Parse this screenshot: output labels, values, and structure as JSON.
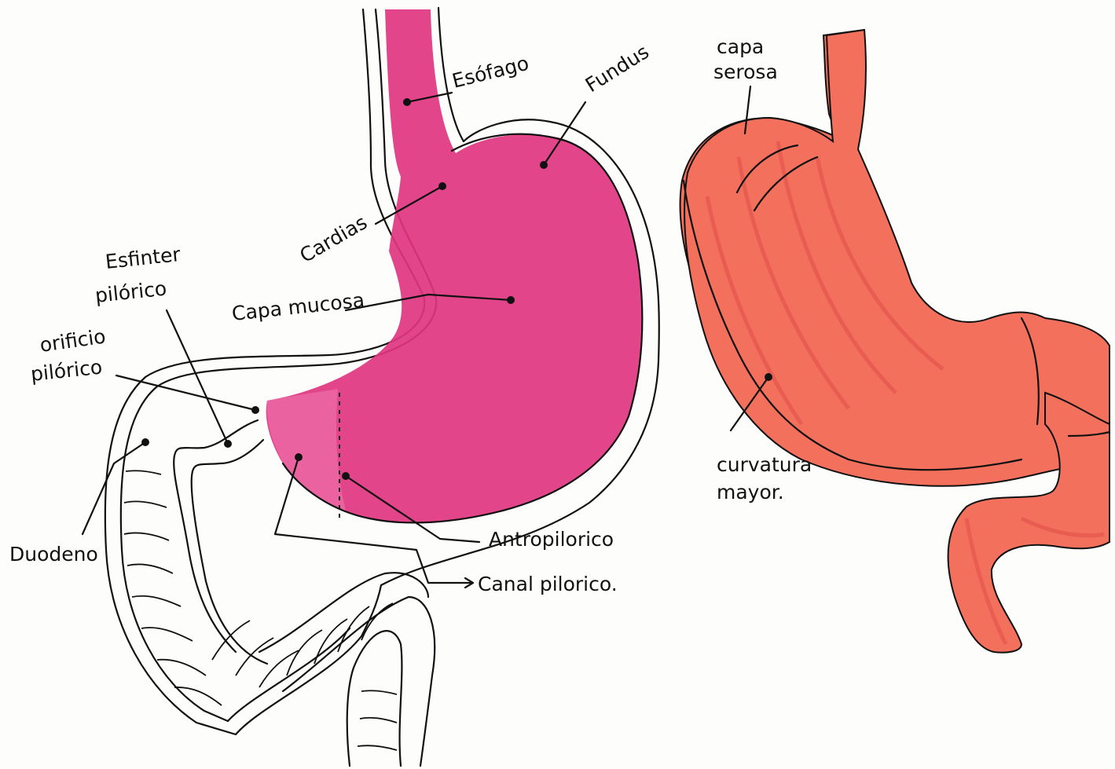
{
  "colors": {
    "paper": "#fdfdfb",
    "mucosa": "#e0357f",
    "mucosa_light": "#f07ab3",
    "serosa": "#f2705c",
    "serosa_dark": "#e4504a",
    "ink": "#111111"
  },
  "labels": {
    "esofago": "Esófago",
    "fundus": "Fundus",
    "cardias": "Cardias",
    "esfinter_line1": "Esfinter",
    "esfinter_line2": "pilórico",
    "capa_mucosa": "Capa mucosa",
    "orificio_line1": "orificio",
    "orificio_line2": "pilórico",
    "duodeno": "Duodeno",
    "antropilorico": "Antropilorico",
    "canal_pilorico": "Canal pilorico.",
    "capa_serosa_line1": "capa",
    "capa_serosa_line2": "serosa",
    "curvatura_line1": "curvatura",
    "curvatura_line2": "mayor."
  }
}
